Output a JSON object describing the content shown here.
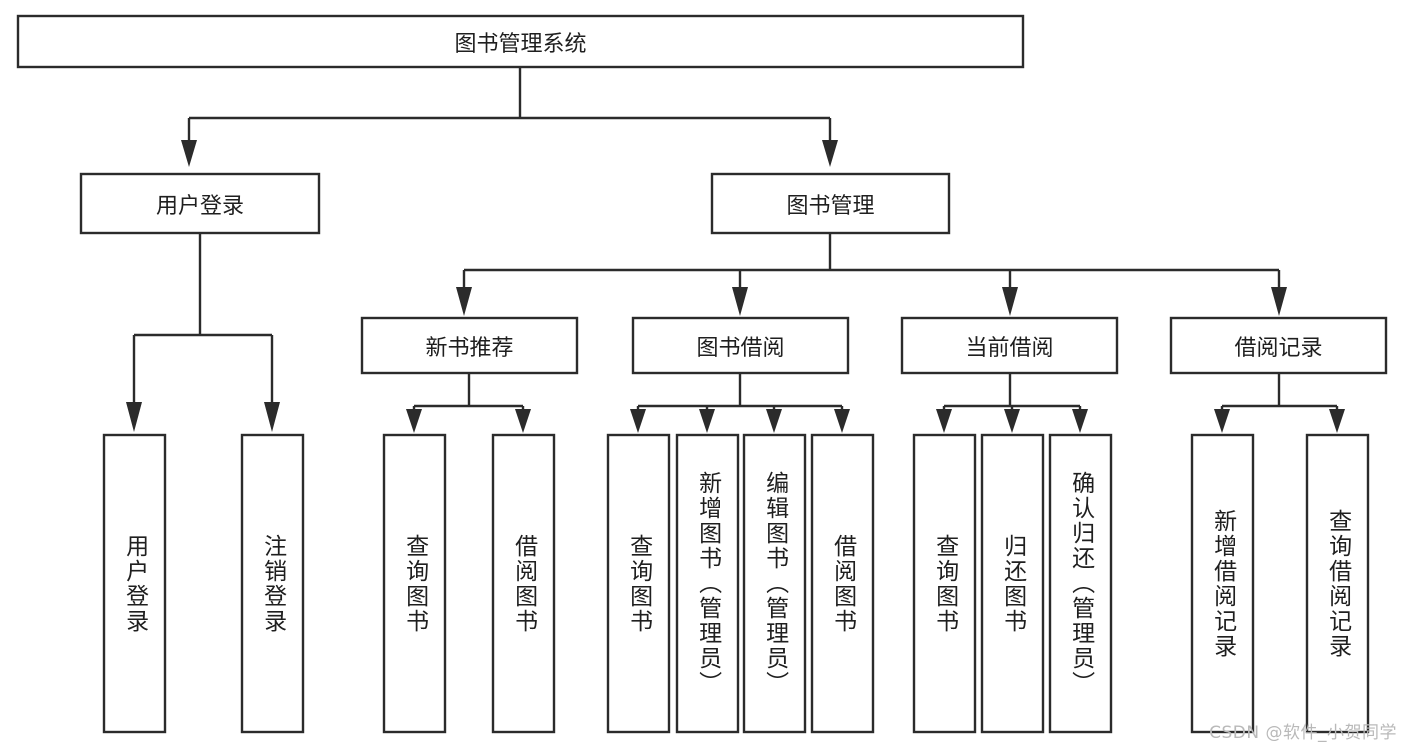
{
  "diagram": {
    "type": "tree-hierarchy",
    "title": "图书管理系统",
    "orientation": "top-down",
    "colors": {
      "stroke": "#2b2b2b",
      "box_fill": "#ffffff",
      "text": "#1f1f1f",
      "background": "#ffffff",
      "watermark": "#b9b9b9"
    },
    "root": {
      "label": "图书管理系统"
    },
    "level2": [
      {
        "label": "用户登录"
      },
      {
        "label": "图书管理"
      }
    ],
    "level3": [
      {
        "label": "新书推荐"
      },
      {
        "label": "图书借阅"
      },
      {
        "label": "当前借阅"
      },
      {
        "label": "借阅记录"
      }
    ],
    "leaves": {
      "user_login": [
        {
          "label": "用户登录"
        },
        {
          "label": "注销登录"
        }
      ],
      "new_book_recommend": [
        {
          "label": "查询图书"
        },
        {
          "label": "借阅图书"
        }
      ],
      "book_borrow": [
        {
          "label": "查询图书"
        },
        {
          "label": "新增图书（管理员）"
        },
        {
          "label": "编辑图书（管理员）"
        },
        {
          "label": "借阅图书"
        }
      ],
      "current_borrow": [
        {
          "label": "查询图书"
        },
        {
          "label": "归还图书"
        },
        {
          "label": "确认归还（管理员）"
        }
      ],
      "borrow_record": [
        {
          "label": "新增借阅记录"
        },
        {
          "label": "查询借阅记录"
        }
      ]
    }
  },
  "watermark": {
    "text": "CSDN @软件_小贺同学"
  }
}
